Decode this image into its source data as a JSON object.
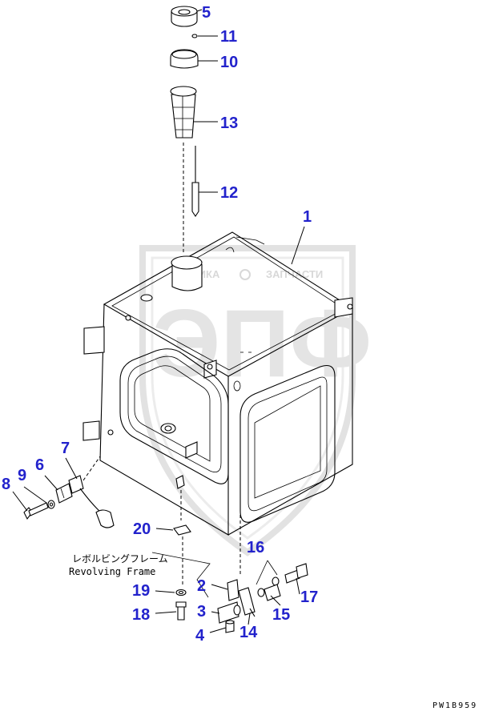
{
  "watermark": {
    "left_text": "ТЕХНИКА",
    "right_text": "ЗАПЧАСТИ",
    "big_text": "ЭПФ"
  },
  "callouts": [
    {
      "id": "5",
      "label": "5"
    },
    {
      "id": "11",
      "label": "11"
    },
    {
      "id": "10",
      "label": "10"
    },
    {
      "id": "13",
      "label": "13"
    },
    {
      "id": "12",
      "label": "12"
    },
    {
      "id": "1",
      "label": "1"
    },
    {
      "id": "7",
      "label": "7"
    },
    {
      "id": "6",
      "label": "6"
    },
    {
      "id": "9",
      "label": "9"
    },
    {
      "id": "8",
      "label": "8"
    },
    {
      "id": "20",
      "label": "20"
    },
    {
      "id": "16",
      "label": "16"
    },
    {
      "id": "2",
      "label": "2"
    },
    {
      "id": "19",
      "label": "19"
    },
    {
      "id": "17",
      "label": "17"
    },
    {
      "id": "3",
      "label": "3"
    },
    {
      "id": "18",
      "label": "18"
    },
    {
      "id": "15",
      "label": "15"
    },
    {
      "id": "14",
      "label": "14"
    },
    {
      "id": "4",
      "label": "4"
    }
  ],
  "note": {
    "line1": "レボルビングフレーム",
    "line2": "Revolving Frame"
  },
  "drawing_code": "PW1B959",
  "colors": {
    "callout": "#2222cc",
    "line": "#000000",
    "watermark": "#dcdcdc"
  }
}
